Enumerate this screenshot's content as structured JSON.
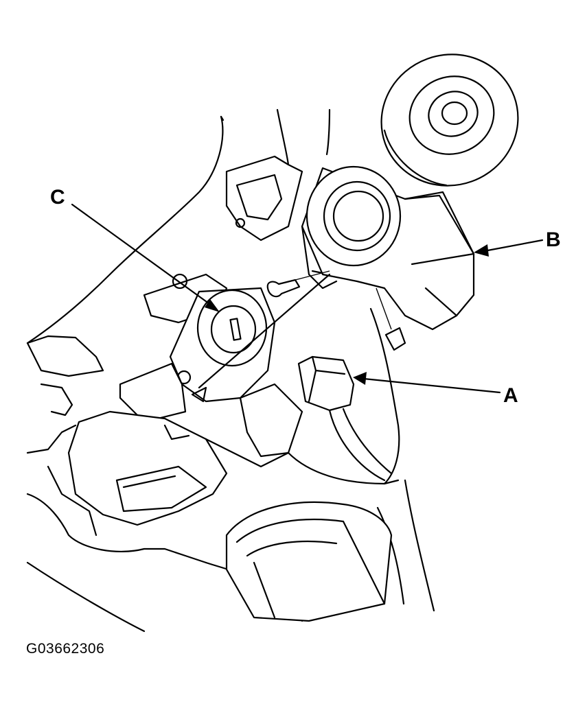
{
  "callouts": {
    "a": "A",
    "b": "B",
    "c": "C"
  },
  "figure_id": "G03662306",
  "colors": {
    "line": "#000000",
    "background": "#ffffff"
  }
}
